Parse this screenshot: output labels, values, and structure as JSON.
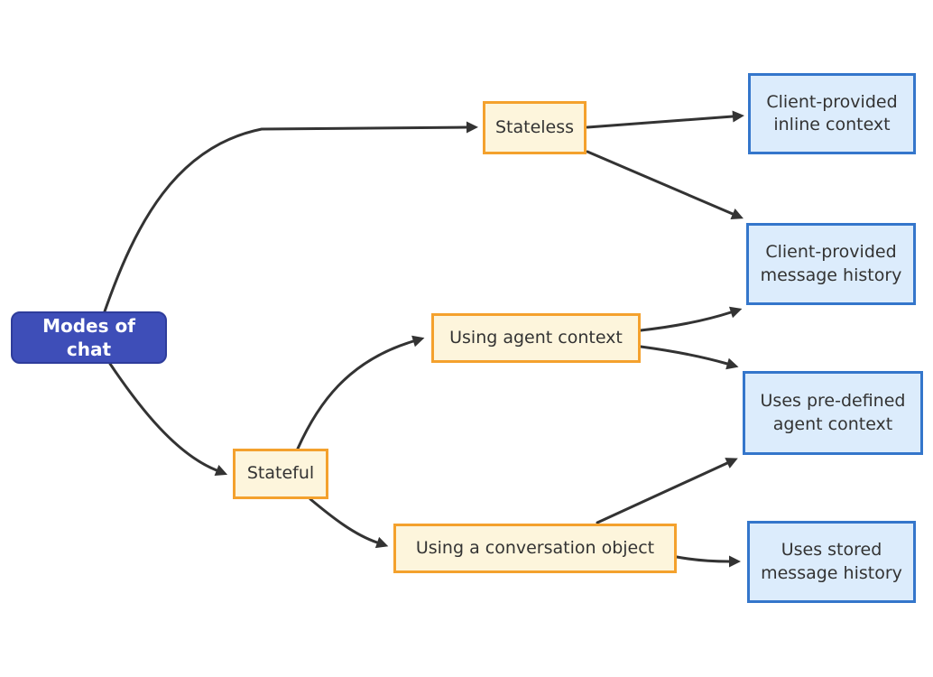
{
  "diagram": {
    "type": "flowchart",
    "direction": "left-to-right",
    "nodes": {
      "modes": {
        "label": "Modes of chat",
        "role": "root"
      },
      "stateless": {
        "label": "Stateless",
        "role": "branch"
      },
      "stateful": {
        "label": "Stateful",
        "role": "branch"
      },
      "agentctx": {
        "label": "Using agent context",
        "role": "branch"
      },
      "convobj": {
        "label": "Using a conversation object",
        "role": "branch"
      },
      "inlinectx": {
        "label": "Client-provided inline context",
        "role": "leaf"
      },
      "msghistory": {
        "label": "Client-provided message history",
        "role": "leaf"
      },
      "predefctx": {
        "label": "Uses pre-defined agent context",
        "role": "leaf"
      },
      "storedhist": {
        "label": "Uses stored message history",
        "role": "leaf"
      }
    },
    "edges": [
      {
        "from": "modes",
        "to": "stateless"
      },
      {
        "from": "modes",
        "to": "stateful"
      },
      {
        "from": "stateless",
        "to": "inlinectx"
      },
      {
        "from": "stateless",
        "to": "msghistory"
      },
      {
        "from": "stateful",
        "to": "agentctx"
      },
      {
        "from": "stateful",
        "to": "convobj"
      },
      {
        "from": "agentctx",
        "to": "msghistory"
      },
      {
        "from": "agentctx",
        "to": "predefctx"
      },
      {
        "from": "convobj",
        "to": "predefctx"
      },
      {
        "from": "convobj",
        "to": "storedhist"
      }
    ],
    "colors": {
      "root_fill": "#3e4eb8",
      "root_border": "#2e3c9b",
      "root_text": "#ffffff",
      "branch_fill": "#fdf5dc",
      "branch_border": "#f4a12d",
      "leaf_fill": "#dcecfc",
      "leaf_border": "#3476cb",
      "node_text": "#333333",
      "arrow": "#333333",
      "background": "#ffffff"
    }
  }
}
